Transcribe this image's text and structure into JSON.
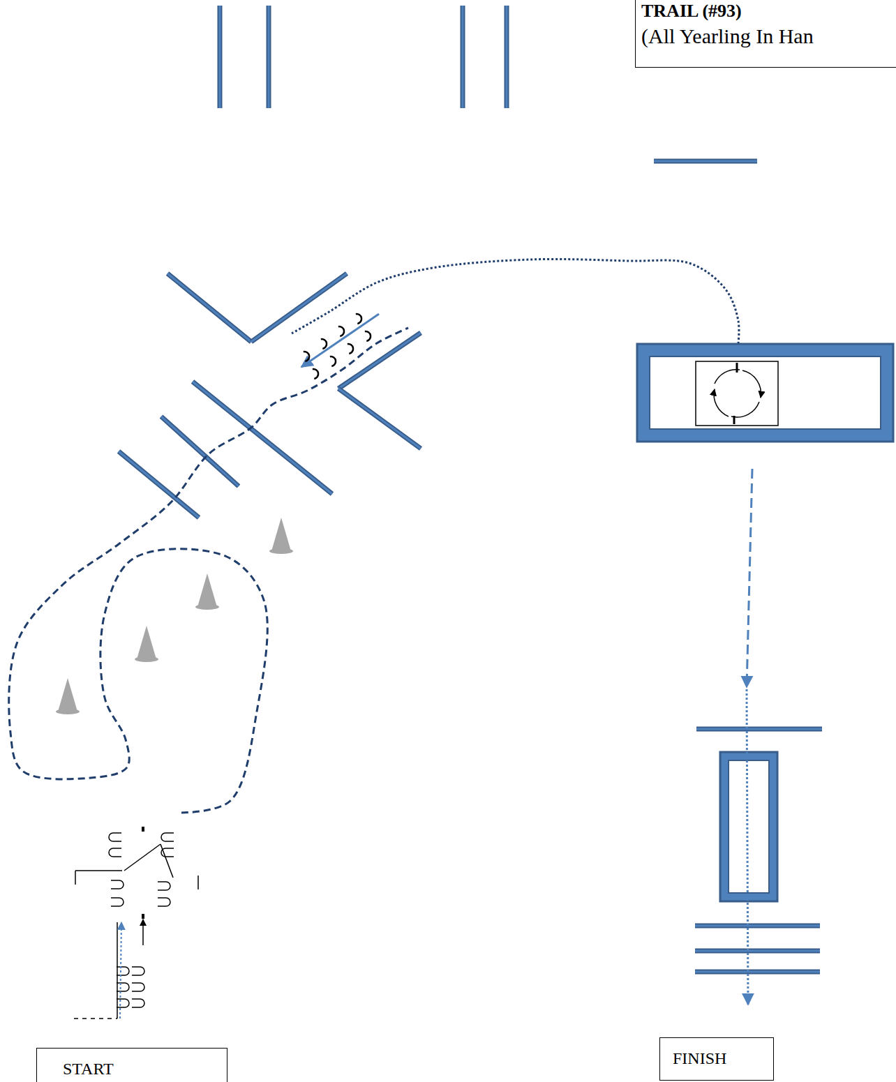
{
  "diagram": {
    "nodes": [
      {
        "text": [
          "TRAIL (#93)",
          "(All Yearling In Han"
        ]
      },
      {
        "text": [
          "START"
        ]
      },
      {
        "text": [
          "FINISH"
        ]
      }
    ]
  }
}
